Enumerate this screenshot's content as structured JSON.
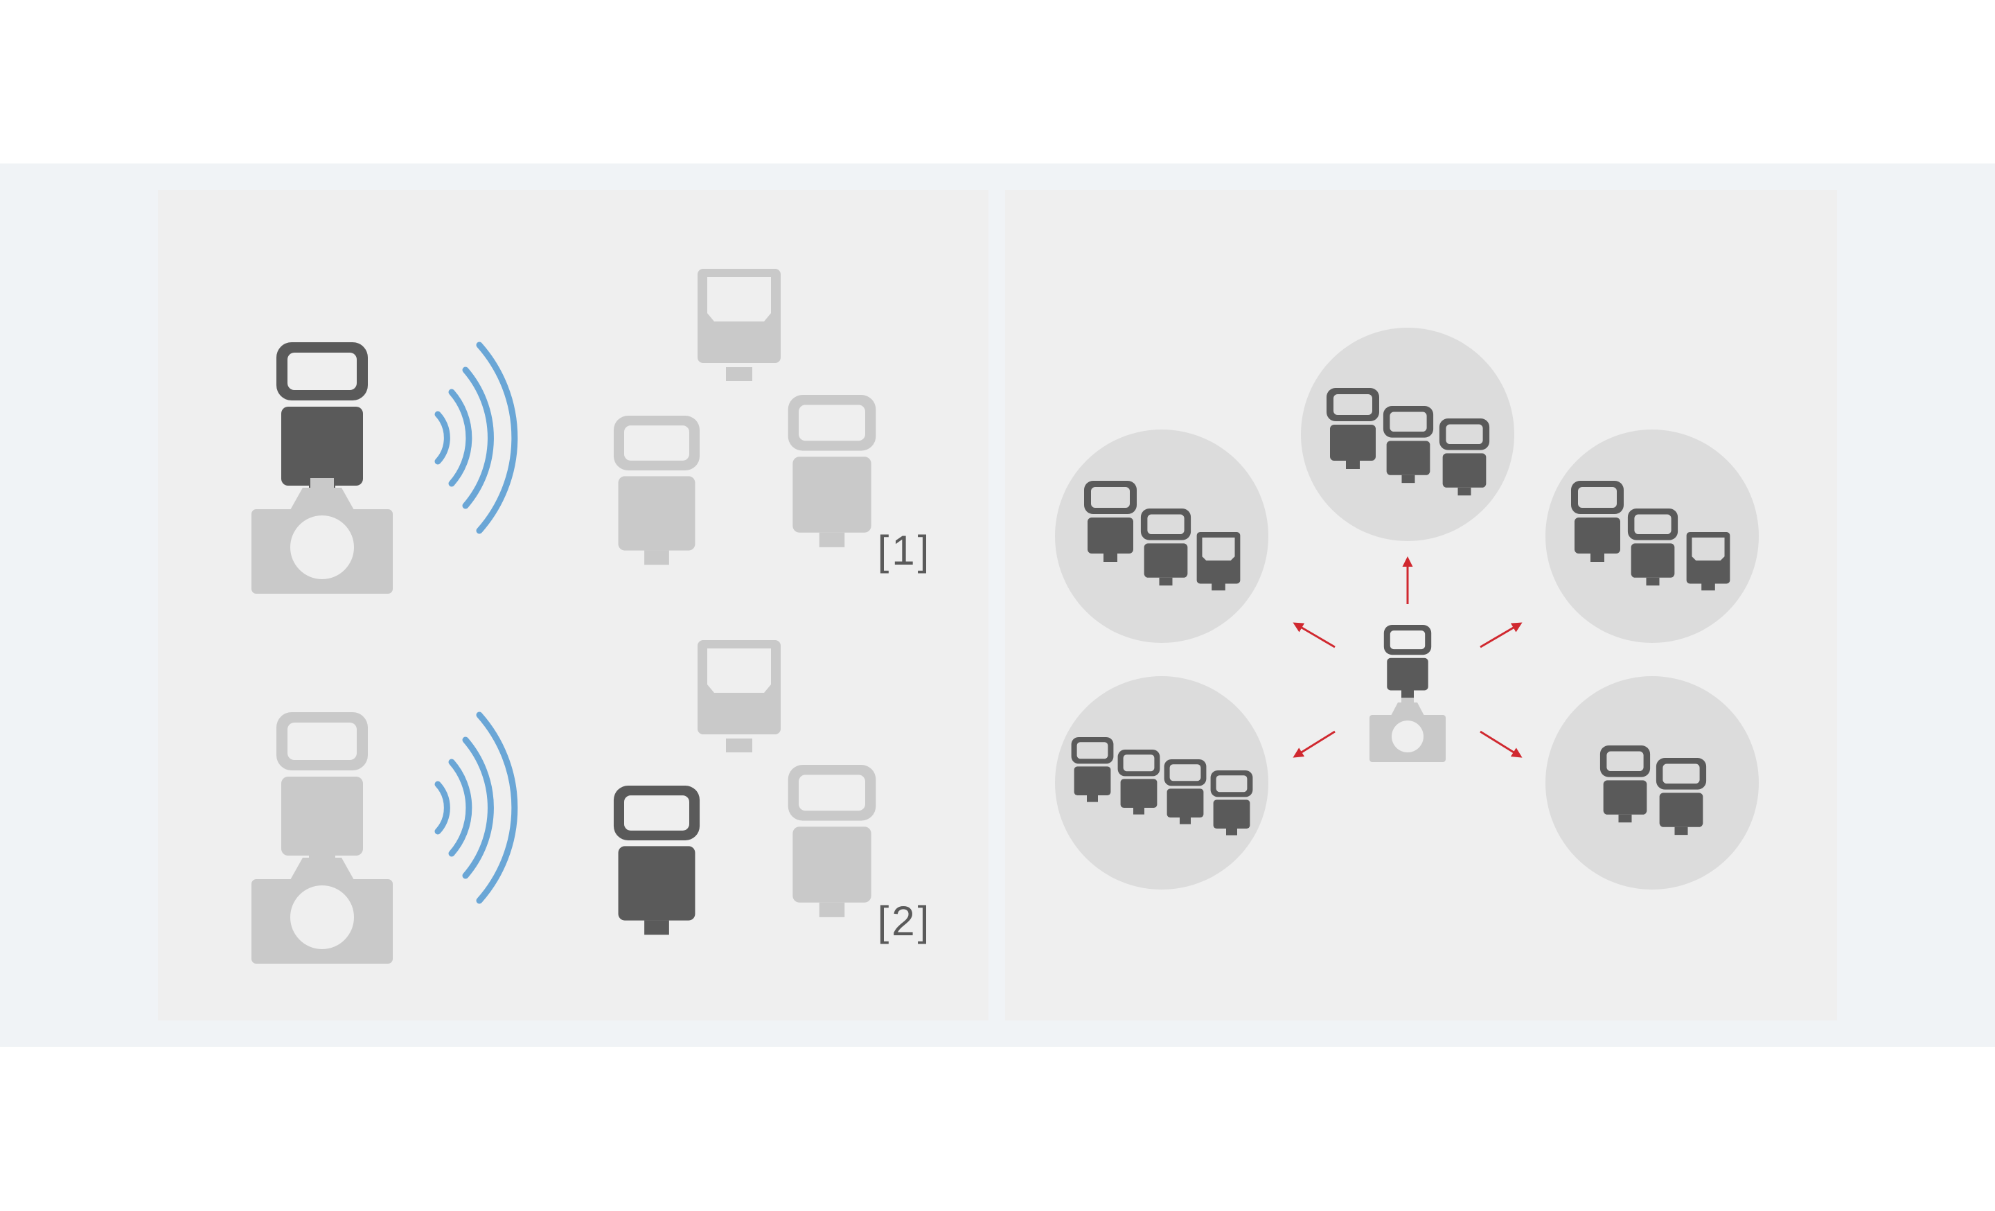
{
  "colors": {
    "background": "#ffffff",
    "band": "#f0f3f6",
    "panel": "#efefef",
    "active_device": "#5a5a5a",
    "inactive_device": "#c9c9c9",
    "wireless_signal": "#6aa6d6",
    "group_circle": "#dcdcdc",
    "arrow": "#d0282f"
  },
  "left_panel": {
    "scenarios": [
      {
        "label": "[1]",
        "transmitter": "active",
        "receivers": [
          "inactive",
          "inactive",
          "inactive"
        ]
      },
      {
        "label": "[2]",
        "transmitter": "inactive",
        "receivers": [
          "inactive",
          "active",
          "inactive"
        ]
      }
    ],
    "icons": [
      "camera-icon",
      "flash-icon",
      "wireless-signal-icon"
    ]
  },
  "right_panel": {
    "center": "camera-with-flash",
    "groups": [
      {
        "position": "top",
        "flash_count": 3
      },
      {
        "position": "upper-left",
        "flash_count": 3
      },
      {
        "position": "upper-right",
        "flash_count": 3
      },
      {
        "position": "lower-left",
        "flash_count": 4
      },
      {
        "position": "lower-right",
        "flash_count": 2
      }
    ],
    "icons": [
      "camera-icon",
      "flash-icon",
      "arrow-icon",
      "group-circle"
    ]
  }
}
